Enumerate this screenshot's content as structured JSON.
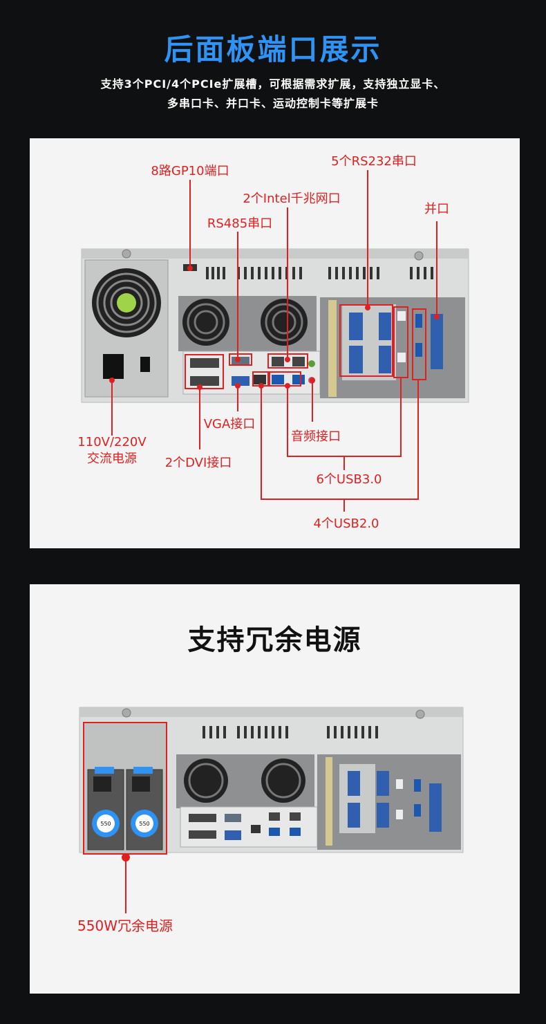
{
  "header": {
    "title": "后面板端口展示",
    "subtitle_line1": "支持3个PCI/4个PCIe扩展槽，可根据需求扩展，支持独立显卡、",
    "subtitle_line2": "多串口卡、并口卡、运动控制卡等扩展卡"
  },
  "panel1": {
    "callouts": {
      "gpio": "8路GP10端口",
      "rs232": "5个RS232串口",
      "intel_lan": "2个Intel千兆网口",
      "rs485": "RS485串口",
      "parallel": "并口",
      "power_line1": "110V/220V",
      "power_line2": "交流电源",
      "vga": "VGA接口",
      "audio": "音频接口",
      "dvi": "2个DVI接口",
      "usb3": "6个USB3.0",
      "usb2": "4个USB2.0"
    }
  },
  "panel2": {
    "title": "支持冗余电源",
    "psu_label": "550W冗余电源",
    "psu_module_text": "550"
  },
  "colors": {
    "accent_blue": "#2e93f4",
    "callout_red": "#e02020",
    "chassis": "#dcdedd"
  }
}
